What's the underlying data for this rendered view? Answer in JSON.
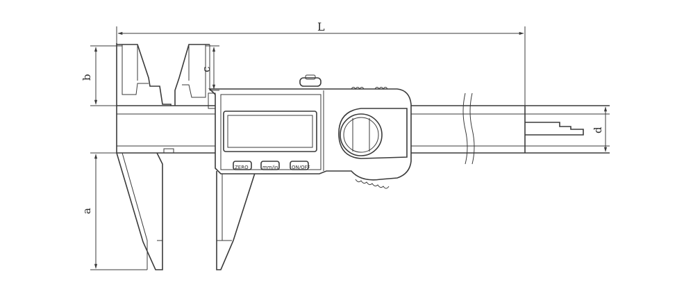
{
  "dimensions": {
    "L": "L",
    "a": "a",
    "b": "b",
    "c": "c",
    "d": "d"
  },
  "buttons": {
    "left": "ZERO",
    "middle": "mm/in",
    "right": "ON/OFF"
  },
  "colors": {
    "line": "#3a3a3a",
    "background": "#ffffff"
  }
}
